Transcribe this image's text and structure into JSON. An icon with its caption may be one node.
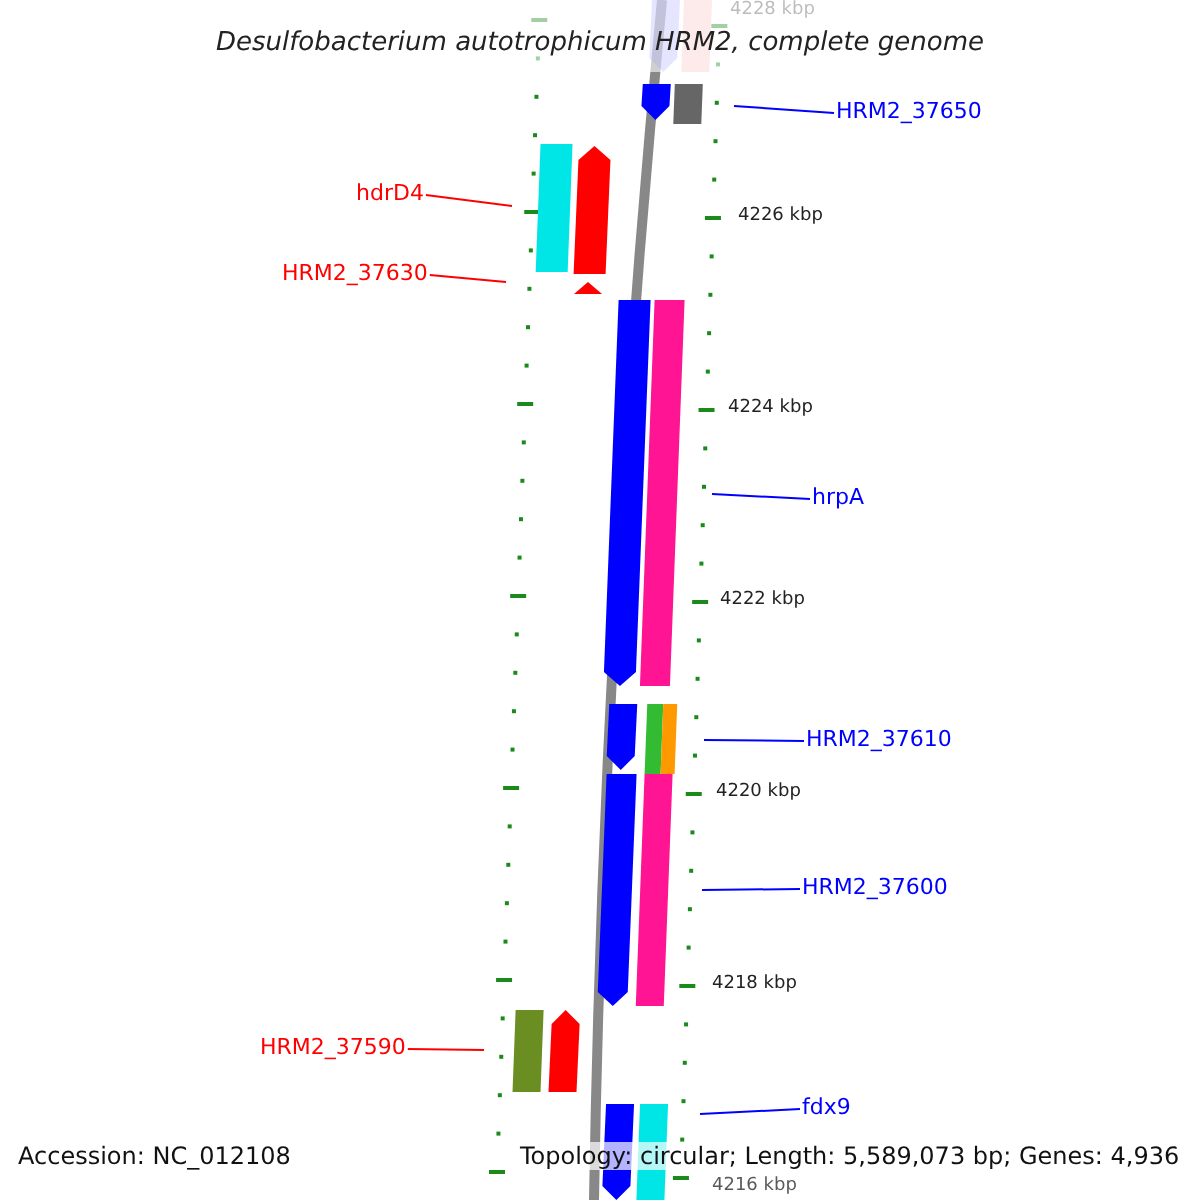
{
  "diagram": {
    "title": "Desulfobacterium autotrophicum HRM2, complete genome",
    "nodes": [
      {
        "text": [
          "HRM2_37650"
        ]
      },
      {
        "text": [
          "hdrD4"
        ]
      },
      {
        "text": [
          "HRM2_37630"
        ]
      },
      {
        "text": [
          "hrpA"
        ]
      },
      {
        "text": [
          "HRM2_37610"
        ]
      },
      {
        "text": [
          "HRM2_37600"
        ]
      },
      {
        "text": [
          "HRM2_37590"
        ]
      },
      {
        "text": [
          "fdx9"
        ]
      }
    ],
    "edges": [
      {
        "from": 0,
        "to": null,
        "arrow": "none"
      },
      {
        "from": 1,
        "to": null,
        "arrow": "none",
        "color": "#ff0000"
      },
      {
        "from": 2,
        "to": null,
        "arrow": "none",
        "color": "#ff0000"
      },
      {
        "from": 3,
        "to": null,
        "arrow": "none"
      },
      {
        "from": 4,
        "to": null,
        "arrow": "none"
      },
      {
        "from": 5,
        "to": null,
        "arrow": "none"
      },
      {
        "from": 6,
        "to": null,
        "arrow": "none",
        "color": "#ff0000"
      },
      {
        "from": 7,
        "to": null,
        "arrow": "none"
      }
    ],
    "labels": [
      "4228 kbp",
      "4226 kbp",
      "4224 kbp",
      "4222 kbp",
      "4220 kbp",
      "4218 kbp",
      "4216 kbp",
      "Accession: NC_012108",
      "Topology: circular; Length: 5,589,073 bp; Genes: 4,936"
    ]
  }
}
